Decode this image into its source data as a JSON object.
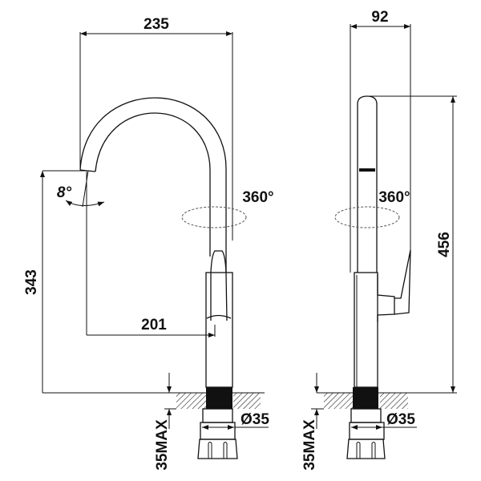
{
  "title": "Kitchen faucet dimension drawing",
  "front_view": {
    "width_label": "235",
    "angle_label": "8°",
    "rotation_label": "360°",
    "height_label": "343",
    "reach_label": "201",
    "hole_label": "Ø35",
    "deck_label": "35MAX"
  },
  "side_view": {
    "width_label": "92",
    "rotation_label": "360°",
    "height_label": "456",
    "hole_label": "Ø35",
    "deck_label": "35MAX"
  }
}
